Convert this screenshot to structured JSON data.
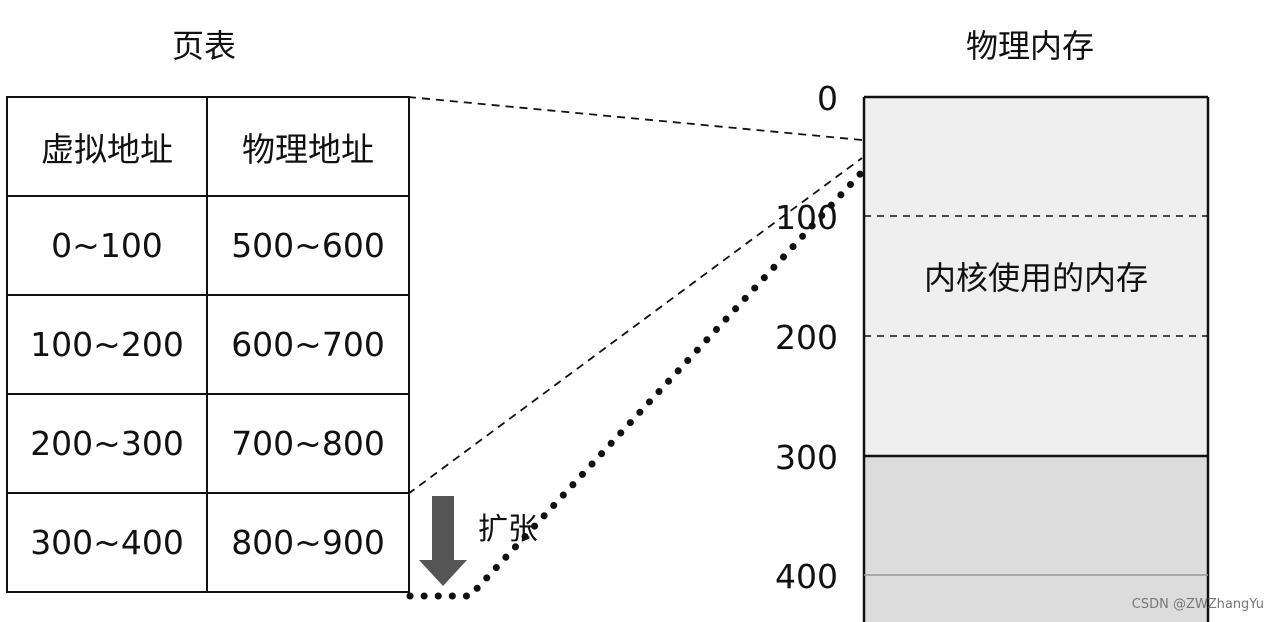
{
  "page_table": {
    "title": "页表",
    "header": [
      "虚拟地址",
      "物理地址"
    ],
    "rows": [
      [
        "0~100",
        "500~600"
      ],
      [
        "100~200",
        "600~700"
      ],
      [
        "200~300",
        "700~800"
      ],
      [
        "300~400",
        "800~900"
      ]
    ]
  },
  "physical_memory": {
    "title": "物理内存",
    "address_labels": [
      "0",
      "100",
      "200",
      "300",
      "400"
    ],
    "kernel_label": "内核使用的内存"
  },
  "expand_label": "扩张",
  "watermark": "CSDN @ZWZhangYu",
  "colors": {
    "kernel_region": "#efefef",
    "user_region": "#dcdcdc",
    "line": "#111111",
    "arrow": "#555555"
  }
}
